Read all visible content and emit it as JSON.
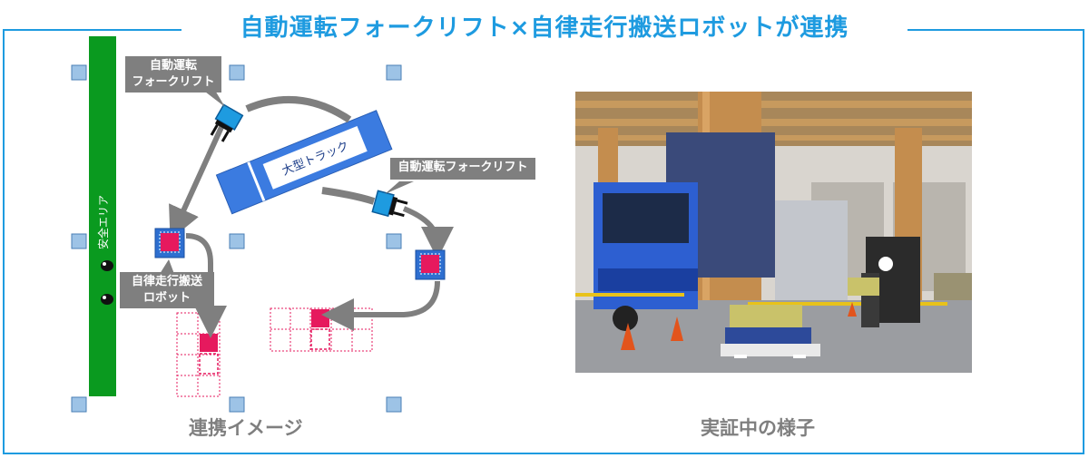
{
  "title": "自動運転フォークリフト×自律走行搬送ロボットが連携",
  "diagram": {
    "safety_area": "安全エリア",
    "truck": "大型トラック",
    "forklift_1": [
      "自動運転",
      "フォークリフト"
    ],
    "forklift_2": "自動運転フォークリフト",
    "robot": [
      "自律走行搬送",
      "ロボット"
    ],
    "colors": {
      "accent": "#1e9be0",
      "safety": "#0a9a1f",
      "pallet": "#e6195e",
      "arrow": "#7f7f7f",
      "truck": "#3b7be0"
    }
  },
  "captions": {
    "left": "連携イメージ",
    "right": "実証中の様子"
  }
}
